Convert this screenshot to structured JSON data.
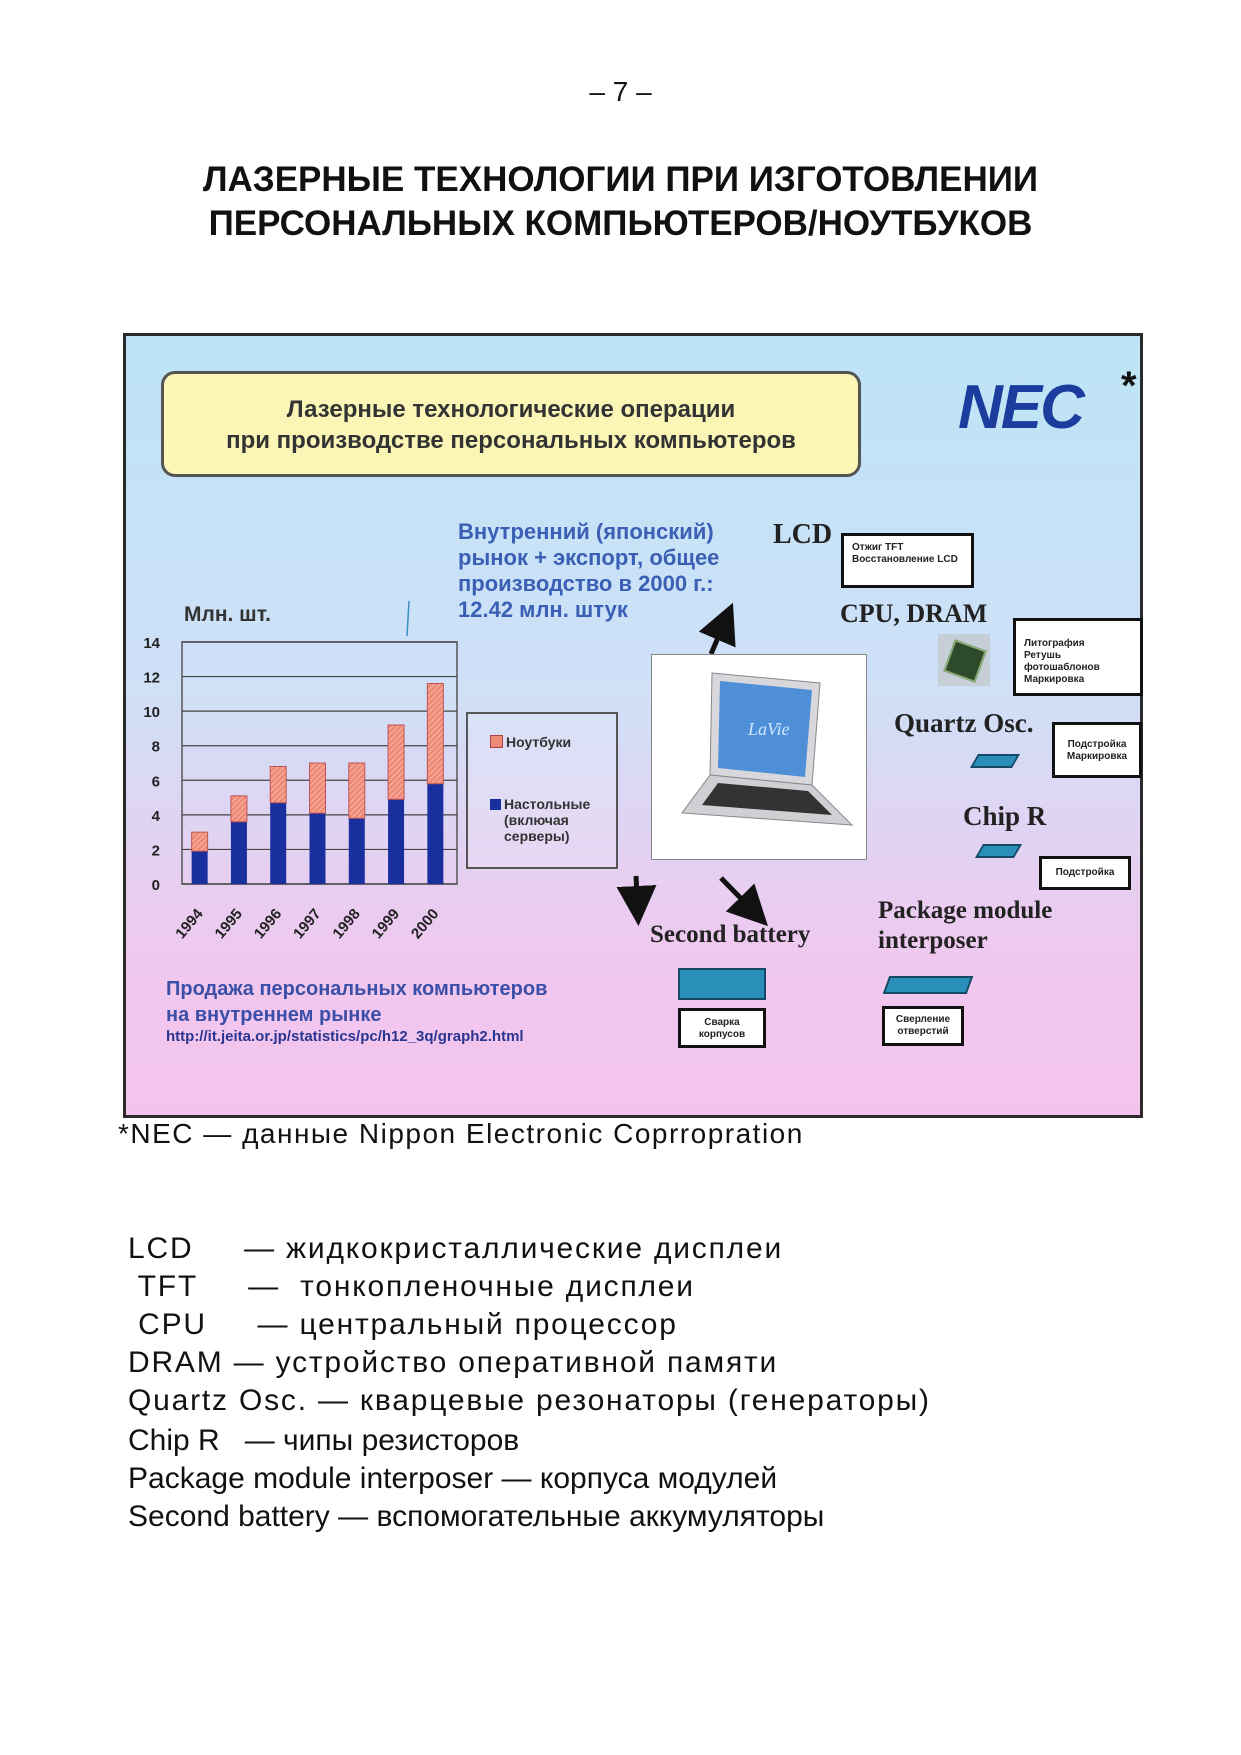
{
  "page_number": "– 7 –",
  "title": [
    "ЛАЗЕРНЫЕ ТЕХНОЛОГИИ ПРИ ИЗГОТОВЛЕНИИ",
    "ПЕРСОНАЛЬНЫХ КОМПЬЮТЕРОВ/НОУТБУКОВ"
  ],
  "figure": {
    "header": [
      "Лазерные технологические операции",
      "при производстве персональных компьютеров"
    ],
    "logo": "NEC",
    "asterisk": "*",
    "note": [
      "Внутренний (японский)",
      "рынок + экспорт, общее",
      "производство в 2000 г.:",
      "12.42 млн. штук"
    ],
    "sales": [
      "Продажа персональных компьютеров",
      "на внутреннем рынке"
    ],
    "url": "http://it.jeita.or.jp/statistics/pc/h12_3q/graph2.html",
    "laptop_brand": "LaVie",
    "components": {
      "lcd": {
        "label": "LCD",
        "ops": [
          "Отжиг TFT",
          "Восстановление LCD"
        ]
      },
      "cpu": {
        "label": "CPU, DRAM",
        "ops": [
          "Литография",
          "Ретушь фотошаблонов",
          "Маркировка"
        ]
      },
      "quartz": {
        "label": "Quartz Osc.",
        "ops": [
          "Подстройка",
          "Маркировка"
        ]
      },
      "chipr": {
        "label": "Chip R",
        "ops": [
          "Подстройка"
        ]
      },
      "battery": {
        "label": "Second battery",
        "ops": [
          "Сварка",
          "корпусов"
        ]
      },
      "package": {
        "label": [
          "Package module",
          "interposer"
        ],
        "ops": [
          "Сверление",
          "отверстий"
        ]
      }
    }
  },
  "chart_data": {
    "type": "bar",
    "stacked": true,
    "ylabel": "Млн. шт.",
    "ylim": [
      0,
      14
    ],
    "yticks": [
      "0",
      "2",
      "4",
      "6",
      "8",
      "10",
      "12",
      "14"
    ],
    "categories": [
      "1994",
      "1995",
      "1996",
      "1997",
      "1998",
      "1999",
      "2000"
    ],
    "series": [
      {
        "name": "Настольные (включая серверы)",
        "legend": [
          "Настольные",
          "(включая",
          "серверы)"
        ],
        "color": "#1a2f9e",
        "values": [
          1.9,
          3.6,
          4.7,
          4.1,
          3.8,
          4.9,
          5.8
        ]
      },
      {
        "name": "Ноутбуки",
        "legend": [
          "Ноутбуки"
        ],
        "color": "#f08a78",
        "values": [
          1.1,
          1.5,
          2.1,
          2.9,
          3.2,
          4.3,
          5.8
        ]
      }
    ],
    "grid": true,
    "legend_position": "right"
  },
  "footnote": "*NEC — данные Nippon Electronic Coprropration",
  "glossary": [
    "LCD     — жидкокристаллические дисплеи",
    " TFT     —  тонкопленочные дисплеи",
    " CPU     — центральный процессор",
    "DRAM — устройство оперативной памяти",
    "Quartz Osc. — кварцевые резонаторы (генераторы)",
    "Chip R   — чипы резисторов",
    "Package module interposer — корпуса модулей",
    "Second battery — вспомогательные аккумуляторы"
  ]
}
